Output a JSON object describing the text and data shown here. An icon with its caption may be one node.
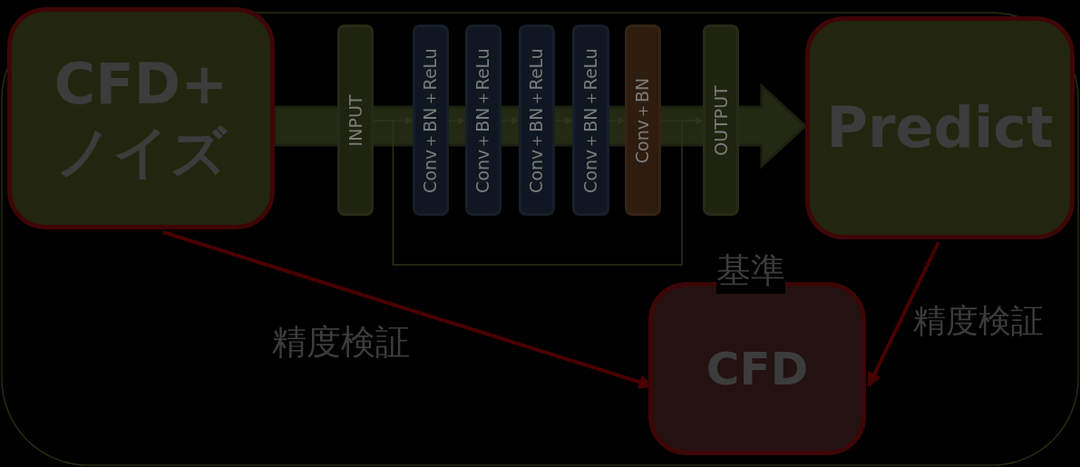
{
  "diagram": {
    "nodes": [
      {
        "text": [
          "CFD+ ノイズ"
        ]
      },
      {
        "text": [
          "INPUT"
        ]
      },
      {
        "text": [
          "Conv＋BN＋ReLu"
        ]
      },
      {
        "text": [
          "Conv＋BN＋ReLu"
        ]
      },
      {
        "text": [
          "Conv＋BN＋ReLu"
        ]
      },
      {
        "text": [
          "Conv＋BN＋ReLu"
        ]
      },
      {
        "text": [
          "Conv＋BN"
        ]
      },
      {
        "text": [
          "OUTPUT"
        ]
      },
      {
        "text": [
          "Predict"
        ]
      },
      {
        "text": [
          "CFD"
        ],
        "beside": [
          "基準"
        ]
      }
    ],
    "edges": [
      {
        "from": 0,
        "to": 8,
        "arrow": "to",
        "style": "thick",
        "color": "#232a14"
      },
      {
        "from": 1,
        "to": 2,
        "arrow": "to"
      },
      {
        "from": 2,
        "to": 3,
        "arrow": "to"
      },
      {
        "from": 3,
        "to": 4,
        "arrow": "to"
      },
      {
        "from": 4,
        "to": 5,
        "arrow": "to"
      },
      {
        "from": 5,
        "to": 6,
        "arrow": "to"
      },
      {
        "from": 6,
        "to": 7,
        "arrow": "to"
      },
      {
        "from": 1,
        "to": 7,
        "arrow": "to"
      },
      {
        "from": 0,
        "to": 9,
        "arrow": "to",
        "label": "精度検証",
        "style": "thick",
        "color": "#4a0000"
      },
      {
        "from": 8,
        "to": 9,
        "arrow": "to",
        "label": "精度検証",
        "style": "thick",
        "color": "#4a0000"
      }
    ]
  }
}
